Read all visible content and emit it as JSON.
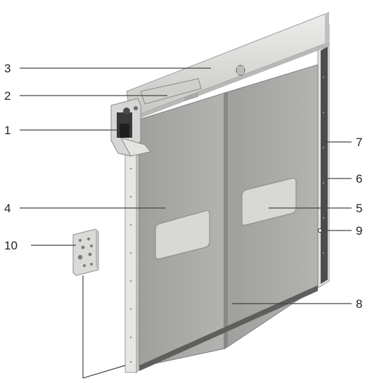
{
  "callouts": {
    "c1": "1",
    "c2": "2",
    "c3": "3",
    "c4": "4",
    "c5": "5",
    "c6": "6",
    "c7": "7",
    "c8": "8",
    "c9": "9",
    "c10": "10"
  },
  "colors": {
    "curtain": "#a9a9a7",
    "curtain_dark": "#8f8f8d",
    "frame": "#d9d9d7",
    "frame_shade": "#bdbdbb",
    "window": "#d6d6d4",
    "motor": "#3a3a3a",
    "edge_bar": "#5e5e5c"
  }
}
